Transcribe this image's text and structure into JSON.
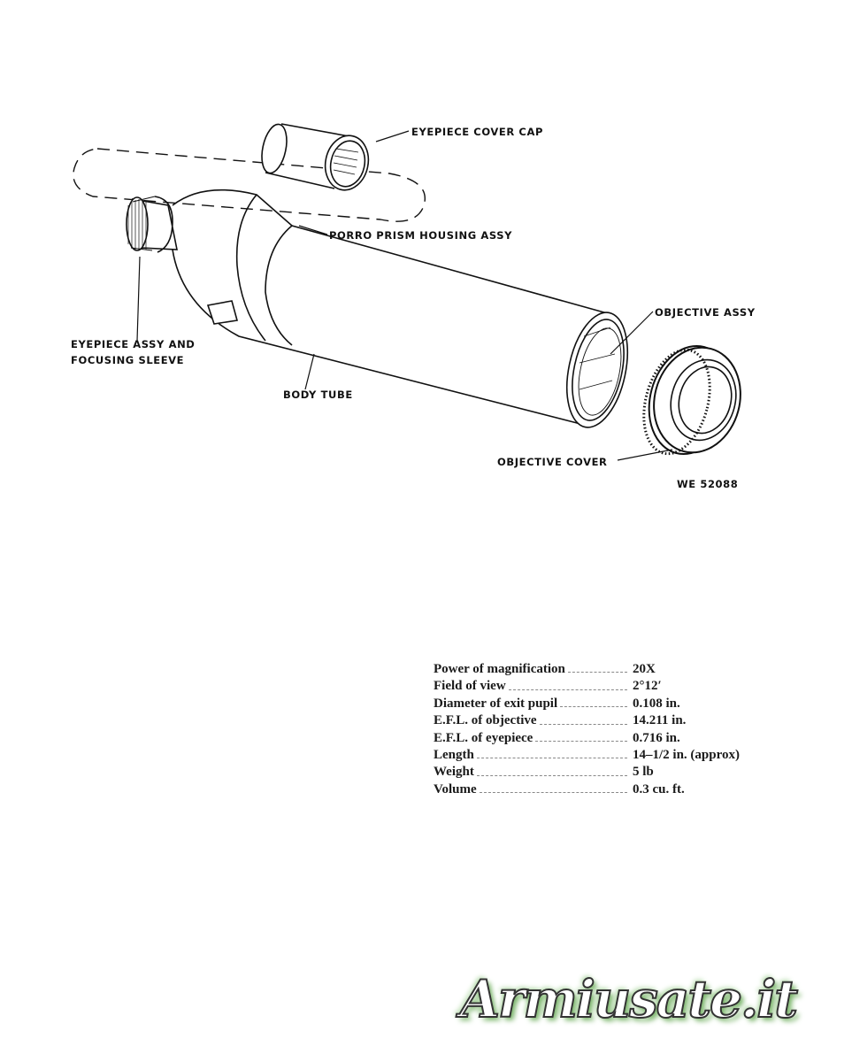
{
  "figure": {
    "labels": {
      "eyepiece_cover_cap": "EYEPIECE COVER CAP",
      "porro_prism_housing": "PORRO PRISM HOUSING ASSY",
      "objective_assy": "OBJECTIVE ASSY",
      "eyepiece_assy_line1": "EYEPIECE ASSY AND",
      "eyepiece_assy_line2": "FOCUSING SLEEVE",
      "body_tube": "BODY TUBE",
      "objective_cover": "OBJECTIVE COVER",
      "figure_id": "WE 52088"
    }
  },
  "specs": [
    {
      "label": "Power of magnification",
      "value": "20X"
    },
    {
      "label": "Field of view",
      "value": "2°12′"
    },
    {
      "label": "Diameter of exit pupil",
      "value": "0.108 in."
    },
    {
      "label": "E.F.L. of objective",
      "value": "14.211 in."
    },
    {
      "label": "E.F.L. of eyepiece",
      "value": "0.716 in."
    },
    {
      "label": "Length",
      "value": "14–1/2 in. (approx)"
    },
    {
      "label": "Weight",
      "value": "5 lb"
    },
    {
      "label": "Volume",
      "value": "0.3 cu. ft."
    }
  ],
  "watermark": "Armiusate.it"
}
